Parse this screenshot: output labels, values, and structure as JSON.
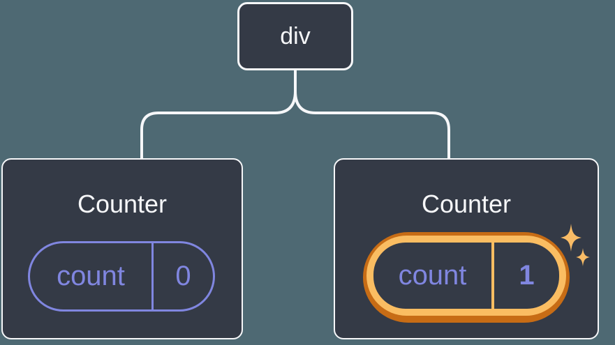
{
  "diagram": {
    "kind": "component-tree",
    "root": {
      "label": "div"
    },
    "children": [
      {
        "title": "Counter",
        "state": {
          "key": "count",
          "value": "0"
        },
        "highlighted": false
      },
      {
        "title": "Counter",
        "state": {
          "key": "count",
          "value": "1"
        },
        "highlighted": true
      }
    ]
  },
  "icons": {
    "sparkles": "four-point-sparkle-stars"
  },
  "colors": {
    "background": "#4E6973",
    "card_fill": "#343A46",
    "card_border": "#F6F7F9",
    "connector_line": "#F6F7F9",
    "title_text": "#F6F7F9",
    "state_purple": "#8086E0",
    "highlight_orange_dark": "#C76C15",
    "highlight_orange_light": "#FABD62",
    "sparkle_amber": "#F9BC66"
  }
}
